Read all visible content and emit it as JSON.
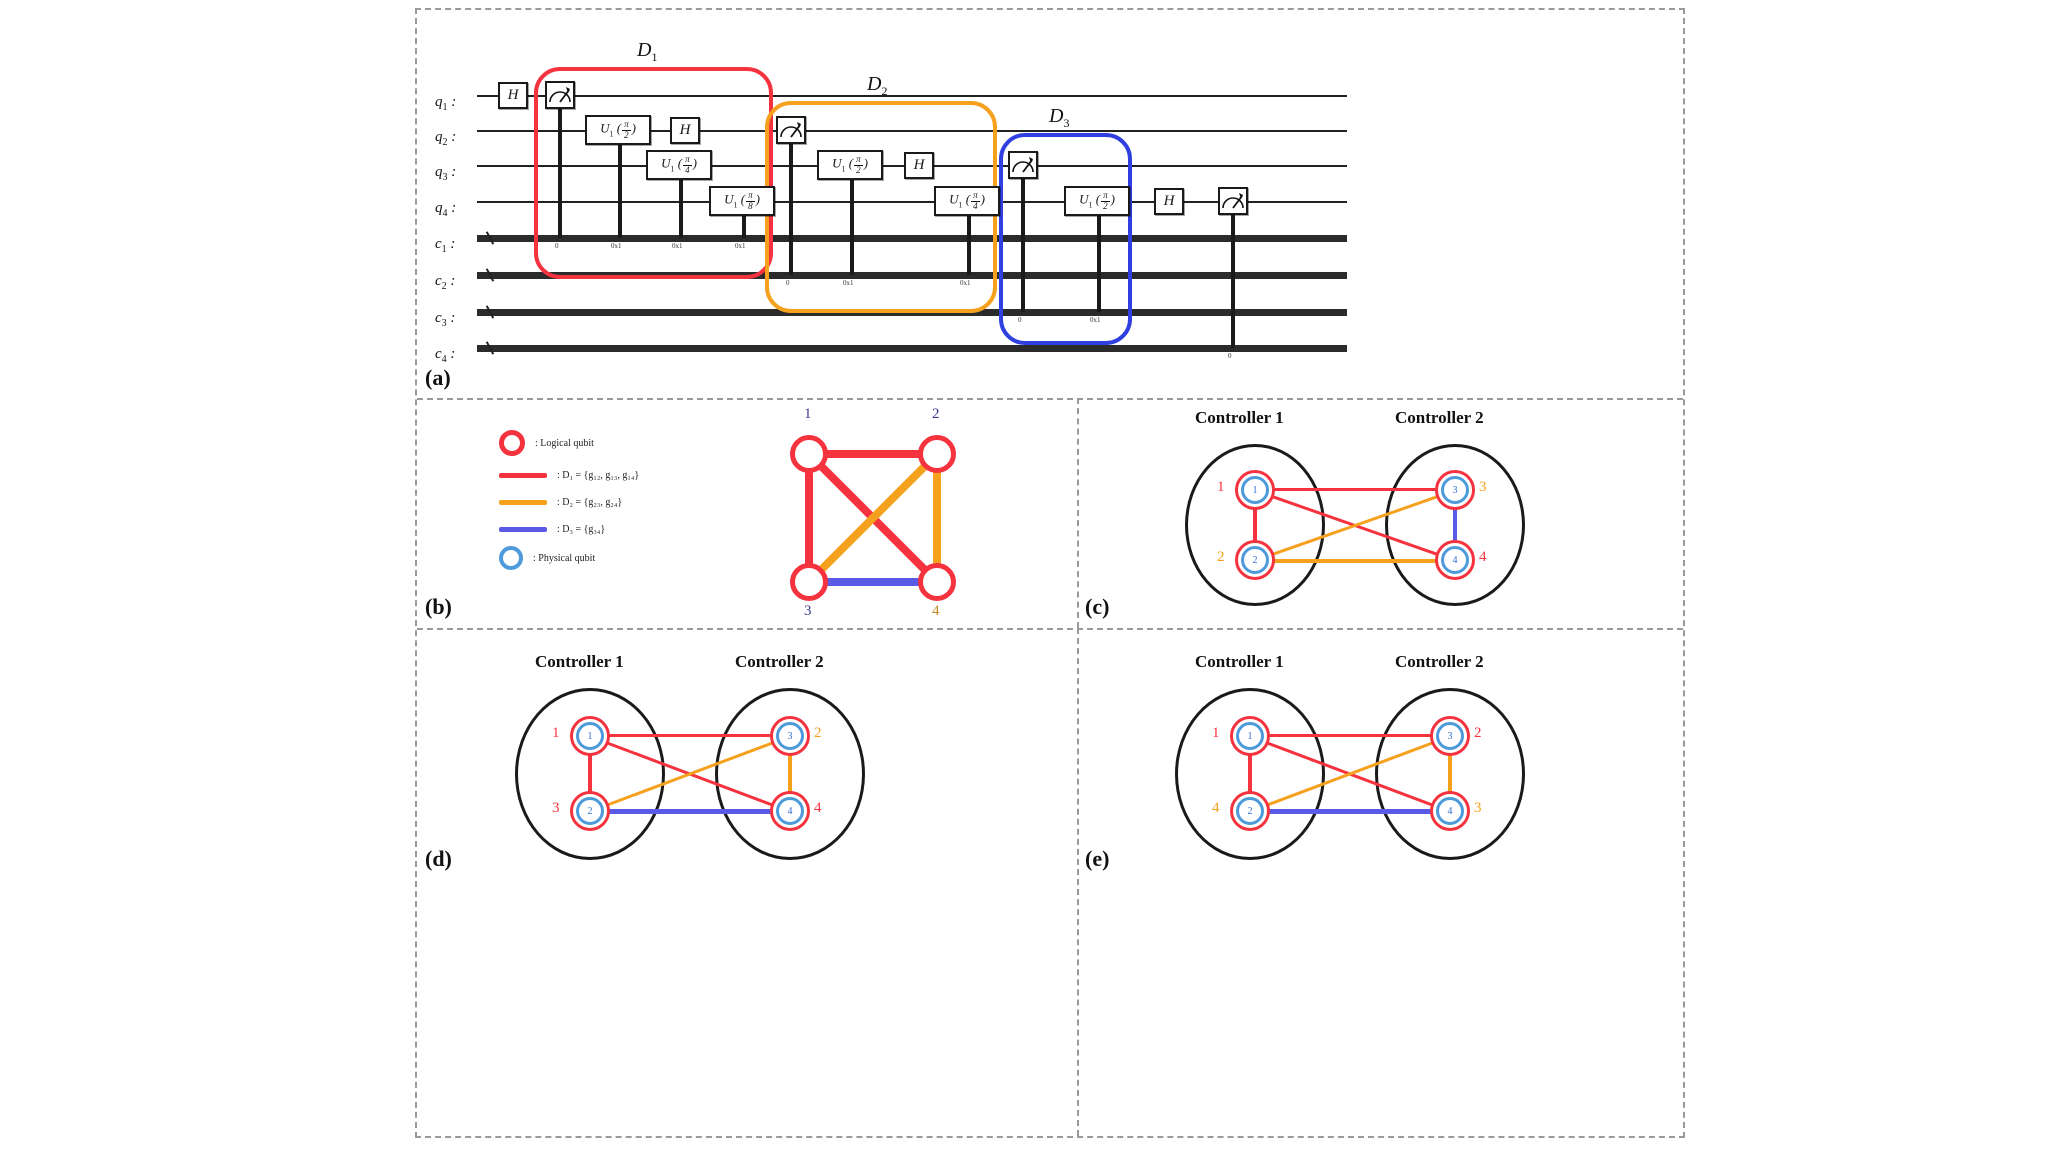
{
  "figure": {
    "panels": [
      {
        "id": "a",
        "label": "(a)"
      },
      {
        "id": "b",
        "label": "(b)"
      },
      {
        "id": "c",
        "label": "(c)"
      },
      {
        "id": "d",
        "label": "(d)"
      },
      {
        "id": "e",
        "label": "(e)"
      }
    ]
  },
  "colors": {
    "d1_red": "#f5333f",
    "d2_orange": "#f5a11e",
    "d3_blue": "#2f3fe0",
    "logical_red": "#f5333f",
    "physical_blue": "#4e9bdc",
    "wire": "#222222",
    "border": "#9a9a9a"
  },
  "circuit": {
    "quantum_registers": [
      {
        "name": "q1",
        "label": "q",
        "sub": "1"
      },
      {
        "name": "q2",
        "label": "q",
        "sub": "2"
      },
      {
        "name": "q3",
        "label": "q",
        "sub": "3"
      },
      {
        "name": "q4",
        "label": "q",
        "sub": "4"
      }
    ],
    "classical_registers": [
      {
        "name": "c1",
        "label": "c",
        "sub": "1"
      },
      {
        "name": "c2",
        "label": "c",
        "sub": "2"
      },
      {
        "name": "c3",
        "label": "c",
        "sub": "3"
      },
      {
        "name": "c4",
        "label": "c",
        "sub": "4"
      }
    ],
    "groups": [
      {
        "id": "D1",
        "label": "D",
        "sub": "1",
        "color": "#f5333f"
      },
      {
        "id": "D2",
        "label": "D",
        "sub": "2",
        "color": "#f5a11e"
      },
      {
        "id": "D3",
        "label": "D",
        "sub": "3",
        "color": "#2f3fe0"
      }
    ],
    "gates": [
      {
        "id": "g1",
        "type": "H",
        "label": "H",
        "qubit": "q1"
      },
      {
        "id": "g2",
        "type": "measure",
        "label": "measure-icon",
        "qubit": "q1",
        "target_bit": "c1",
        "bit_index": "0"
      },
      {
        "id": "g3",
        "type": "U1",
        "label": "U",
        "sub": "1",
        "num": "π",
        "den": "2",
        "qubit": "q2",
        "control_bit": "c1",
        "bit_index": "0x1"
      },
      {
        "id": "g4",
        "type": "H",
        "label": "H",
        "qubit": "q2"
      },
      {
        "id": "g5",
        "type": "U1",
        "label": "U",
        "sub": "1",
        "num": "π",
        "den": "4",
        "qubit": "q3",
        "control_bit": "c1",
        "bit_index": "0x1"
      },
      {
        "id": "g6",
        "type": "U1",
        "label": "U",
        "sub": "1",
        "num": "π",
        "den": "8",
        "qubit": "q4",
        "control_bit": "c1",
        "bit_index": "0x1"
      },
      {
        "id": "g7",
        "type": "measure",
        "label": "measure-icon",
        "qubit": "q2",
        "target_bit": "c2",
        "bit_index": "0"
      },
      {
        "id": "g8",
        "type": "U1",
        "label": "U",
        "sub": "1",
        "num": "π",
        "den": "2",
        "qubit": "q3",
        "control_bit": "c2",
        "bit_index": "0x1"
      },
      {
        "id": "g9",
        "type": "H",
        "label": "H",
        "qubit": "q3"
      },
      {
        "id": "g10",
        "type": "U1",
        "label": "U",
        "sub": "1",
        "num": "π",
        "den": "4",
        "qubit": "q4",
        "control_bit": "c2",
        "bit_index": "0x1"
      },
      {
        "id": "g11",
        "type": "measure",
        "label": "measure-icon",
        "qubit": "q3",
        "target_bit": "c3",
        "bit_index": "0"
      },
      {
        "id": "g12",
        "type": "U1",
        "label": "U",
        "sub": "1",
        "num": "π",
        "den": "2",
        "qubit": "q4",
        "control_bit": "c3",
        "bit_index": "0x1"
      },
      {
        "id": "g13",
        "type": "H",
        "label": "H",
        "qubit": "q4"
      },
      {
        "id": "g14",
        "type": "measure",
        "label": "measure-icon",
        "qubit": "q4",
        "target_bit": "c4",
        "bit_index": "0"
      }
    ]
  },
  "legend": {
    "items": [
      {
        "kind": "circle",
        "color": "#f5333f",
        "text": ": Logical qubit"
      },
      {
        "kind": "line",
        "color": "#f5333f",
        "text": ": D₁ = {g₁₂, g₁₃, g₁₄}"
      },
      {
        "kind": "line",
        "color": "#f5a11e",
        "text": ": D₂ = {g₂₃, g₂₄}"
      },
      {
        "kind": "line",
        "color": "#2f3fe0",
        "text": ": D₃ = {g₃₄}"
      },
      {
        "kind": "circle",
        "color": "#4e9bdc",
        "text": ": Physical qubit"
      }
    ]
  },
  "panel_b": {
    "caption": "(b)",
    "nodes": [
      {
        "id": "n1",
        "label": "1",
        "pos": "top-left"
      },
      {
        "id": "n2",
        "label": "2",
        "pos": "top-right"
      },
      {
        "id": "n3",
        "label": "3",
        "pos": "bottom-left"
      },
      {
        "id": "n4",
        "label": "4",
        "pos": "bottom-right"
      }
    ],
    "edges": [
      {
        "from": "1",
        "to": "2",
        "group": "D1",
        "color": "#f5333f"
      },
      {
        "from": "1",
        "to": "3",
        "group": "D1",
        "color": "#f5333f"
      },
      {
        "from": "1",
        "to": "4",
        "group": "D1",
        "color": "#f5333f"
      },
      {
        "from": "2",
        "to": "3",
        "group": "D2",
        "color": "#f5a11e"
      },
      {
        "from": "2",
        "to": "4",
        "group": "D2",
        "color": "#f5a11e"
      },
      {
        "from": "3",
        "to": "4",
        "group": "D3",
        "color": "#2f3fe0"
      }
    ]
  },
  "panel_c": {
    "caption": "(c)",
    "controller1_title": "Controller 1",
    "controller2_title": "Controller 2",
    "mapping": [
      {
        "physical": "1",
        "logical": "1",
        "controller": 1,
        "slot": "top"
      },
      {
        "physical": "2",
        "logical": "2",
        "controller": 1,
        "slot": "bottom"
      },
      {
        "physical": "3",
        "logical": "3",
        "controller": 2,
        "slot": "top"
      },
      {
        "physical": "4",
        "logical": "4",
        "controller": 2,
        "slot": "bottom"
      }
    ]
  },
  "panel_d": {
    "caption": "(d)",
    "controller1_title": "Controller 1",
    "controller2_title": "Controller 2",
    "mapping": [
      {
        "physical": "1",
        "logical": "1",
        "controller": 1,
        "slot": "top"
      },
      {
        "physical": "2",
        "logical": "3",
        "controller": 1,
        "slot": "bottom"
      },
      {
        "physical": "3",
        "logical": "2",
        "controller": 2,
        "slot": "top"
      },
      {
        "physical": "4",
        "logical": "4",
        "controller": 2,
        "slot": "bottom"
      }
    ]
  },
  "panel_e": {
    "caption": "(e)",
    "controller1_title": "Controller 1",
    "controller2_title": "Controller 2",
    "mapping": [
      {
        "physical": "1",
        "logical": "1",
        "controller": 1,
        "slot": "top"
      },
      {
        "physical": "2",
        "logical": "4",
        "controller": 1,
        "slot": "bottom"
      },
      {
        "physical": "3",
        "logical": "2",
        "controller": 2,
        "slot": "top"
      },
      {
        "physical": "4",
        "logical": "3",
        "controller": 2,
        "slot": "bottom"
      }
    ]
  }
}
